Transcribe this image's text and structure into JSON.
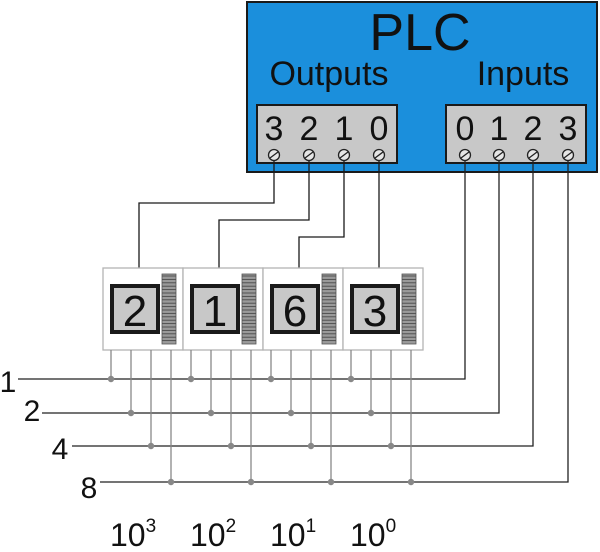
{
  "plc": {
    "title": "PLC",
    "outputs_label": "Outputs",
    "inputs_label": "Inputs",
    "output_terminals": [
      "3",
      "2",
      "1",
      "0"
    ],
    "input_terminals": [
      "0",
      "1",
      "2",
      "3"
    ]
  },
  "switches": [
    {
      "digit": "2",
      "place_base": "10",
      "place_exp": "3"
    },
    {
      "digit": "1",
      "place_base": "10",
      "place_exp": "2"
    },
    {
      "digit": "6",
      "place_base": "10",
      "place_exp": "1"
    },
    {
      "digit": "3",
      "place_base": "10",
      "place_exp": "0"
    }
  ],
  "bit_lines": [
    "1",
    "2",
    "4",
    "8"
  ],
  "colors": {
    "plc_fill": "#1b8fdc",
    "plc_border": "#1a1a1a",
    "terminal_fill": "#c8c8c8",
    "switch_outline": "#b4b4b4",
    "bus_wire": "#888888",
    "control_wire": "#1a1a1a"
  }
}
